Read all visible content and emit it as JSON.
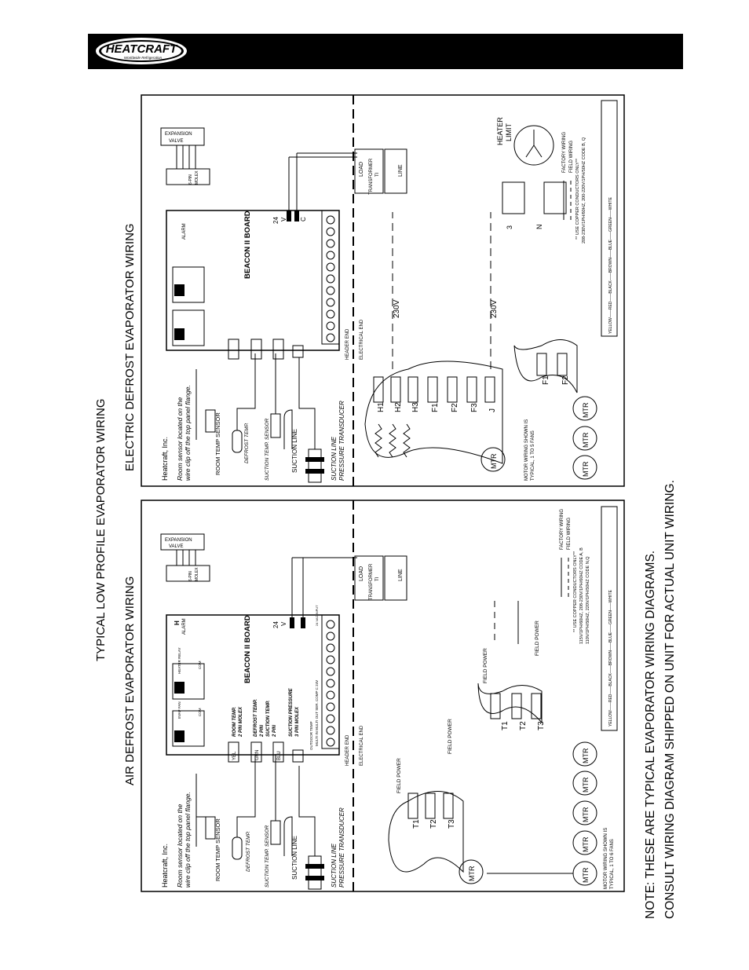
{
  "header": {
    "brand_name": "HEATCRAFT",
    "brand_tagline": "Worldwide Refrigeration"
  },
  "page": {
    "main_title": "TYPICAL LOW PROFILE EVAPORATOR WIRING",
    "note_line_1": "NOTE: THESE ARE TYPICAL EVAPORATOR WIRING DIAGRAMS.",
    "note_line_2": "CONSULT WIRING DIAGRAM SHIPPED ON UNIT FOR ACTUAL UNIT WIRING."
  },
  "left_panel": {
    "title": "AIR DEFROST EVAPORATOR WIRING",
    "company": "Heatcraft, Inc.",
    "room_sensor_note_1": "Room sensor located on the",
    "room_sensor_note_2": "wire clip off the top panel flange.",
    "room_temp_sensor": "ROOM TEMP SENSOR",
    "defrost_temp": "DEFROST TEMP.",
    "suction_temp_sensor": "SUCTION TEMP. SENSOR",
    "suction_line": "SUCTION LINE",
    "suction_line_pt_1": "SUCTION LINE",
    "suction_line_pt_2": "PRESSURE TRANSDUCER",
    "header_end": "HEADER END",
    "electrical_end": "ELECTRICAL END",
    "field_power": "FIELD POWER",
    "terminals": [
      "T1",
      "T2",
      "T3"
    ],
    "motor_label": "MTR",
    "motor_note_1": "MOTOR WIRING SHOWN IS",
    "motor_note_2": "TYPICAL, 1 TO 6 FANS",
    "expansion_valve_1": "EXPANSION",
    "expansion_valve_2": "VALVE",
    "molex_1": "6-PIN",
    "molex_2": "MOLEX",
    "alarm": "ALARM",
    "beacon_board": "BEACON II BOARD",
    "evap_fan": "EVAP FAN",
    "heater_relay": "HEATER RELAY",
    "com": "COM",
    "no": "NO",
    "room_temp_molex_1": "ROOM TEMP.",
    "room_temp_molex_2": "2 PIN MOLEX",
    "defrost_temp_pin_1": "DEFROST TEMP.",
    "defrost_temp_pin_2": "2 PIN",
    "suction_temp_pin_1": "SUCTION TEMP.",
    "suction_temp_pin_2": "2 PIN",
    "suction_pressure_1": "SUCTION PRESSURE",
    "suction_pressure_2": "3 PIN MOLEX",
    "yel": "YEL",
    "grn": "GRN",
    "blu": "BLU",
    "outdoor_temp": "OUTDOOR TEMP",
    "board_terms": "MULTI IN   MULTI OUT  SER.  COMP  C    24V",
    "vac_input": "24 VAC INPUT",
    "v24_1": "24",
    "v24_2": "V",
    "load": "LOAD",
    "transformer_1": "TRANSFORMER",
    "transformer_2": "TI",
    "line": "LINE",
    "legend_factory": "FACTORY WIRING",
    "legend_field": "FIELD WIRING",
    "legend_copper": "** USE COPPER CONDUCTORS ONLY**",
    "legend_code_1": "115V/1PH/60HZ, 208-230V/1PH/60HZ  CODE A, B",
    "legend_code_2": "110V/1PH/50HZ, 220V/1PH/50HZ  CODE N,Q",
    "colors": "YELLOW——RED——BLACK——BROWN——BLUE——GREEN——WHITE"
  },
  "right_panel": {
    "title": "ELECTRIC  DEFROST EVAPORATOR WIRING",
    "company": "Heatcraft, Inc.",
    "room_sensor_note_1": "Room sensor located on the",
    "room_sensor_note_2": "wire clip off the top panel flange.",
    "room_temp_sensor": "ROOM TEMP SENSOR",
    "defrost_temp": "DEFROST TEMP.",
    "suction_temp_sensor": "SUCTION TEMP. SENSOR",
    "suction_line": "SUCTION LINE",
    "suction_line_pt_1": "SUCTION LINE",
    "suction_line_pt_2": "PRESSURE TRANSDUCER",
    "header_end": "HEADER END",
    "electrical_end": "ELECTRICAL END",
    "terminals": [
      "H1",
      "H2",
      "H3",
      "F1",
      "F2",
      "F3",
      "J"
    ],
    "f_terminals": [
      "F1",
      "F2"
    ],
    "v230": "230V",
    "motor_label": "MTR",
    "motor_note_1": "MOTOR WIRING SHOWN IS",
    "motor_note_2": "TYPICAL, 1 TO 5 FANS",
    "expansion_valve_1": "EXPANSION",
    "expansion_valve_2": "VALVE",
    "molex_1": "6-PIN",
    "molex_2": "MOLEX",
    "alarm": "ALARM",
    "beacon_board": "BEACON II BOARD",
    "v24_1": "24",
    "v24_2": "V",
    "c": "C",
    "load": "LOAD",
    "transformer_1": "TRANSFORMER",
    "transformer_2": "TI",
    "line": "LINE",
    "heater_1": "HEATER",
    "heater_2": "LIMIT",
    "n": "N",
    "three": "3",
    "legend_factory": "FACTORY WIRING",
    "legend_field": "FIELD WIRING",
    "legend_copper": "** USE COPPER CONDUCTORS ONLY**",
    "legend_code": "208-230V/1PH/60HZ, 200-220V/1PH/50HZ  CODE B, Q",
    "colors": "YELLOW——RED——BLACK——BROWN——BLUE——GREEN——WHITE"
  }
}
